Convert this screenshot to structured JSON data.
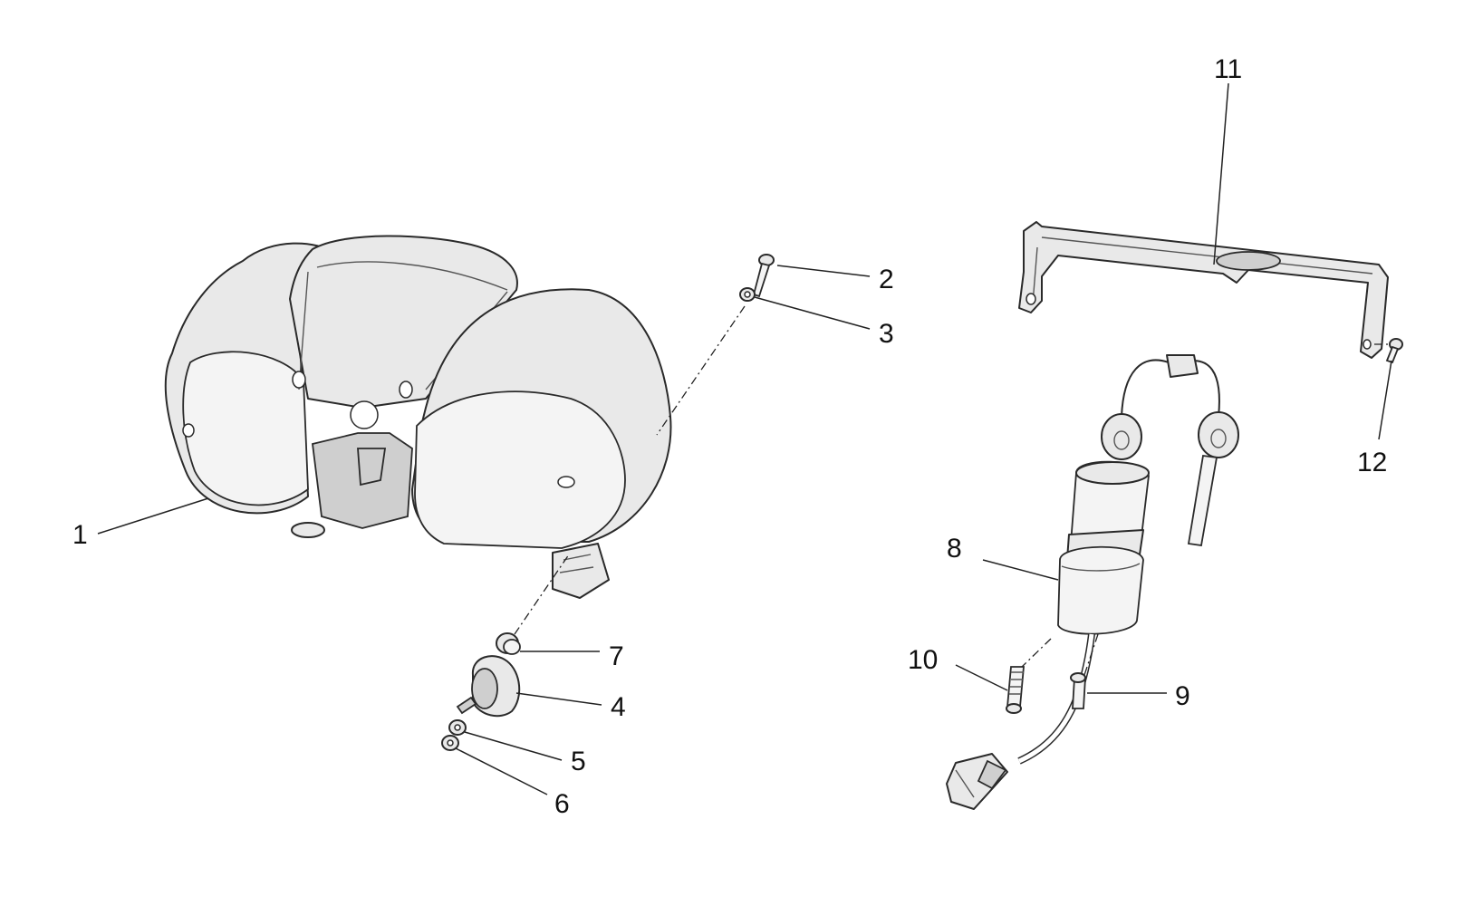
{
  "callouts": [
    {
      "id": "1",
      "text": "1"
    },
    {
      "id": "2",
      "text": "2"
    },
    {
      "id": "3",
      "text": "3"
    },
    {
      "id": "4",
      "text": "4"
    },
    {
      "id": "5",
      "text": "5"
    },
    {
      "id": "6",
      "text": "6"
    },
    {
      "id": "7",
      "text": "7"
    },
    {
      "id": "8",
      "text": "8"
    },
    {
      "id": "9",
      "text": "9"
    },
    {
      "id": "10",
      "text": "10"
    },
    {
      "id": "11",
      "text": "11"
    },
    {
      "id": "12",
      "text": "12"
    }
  ],
  "colors": {
    "line": "#2a2a2a",
    "fill": "#e9e9e9",
    "background": "#ffffff"
  }
}
